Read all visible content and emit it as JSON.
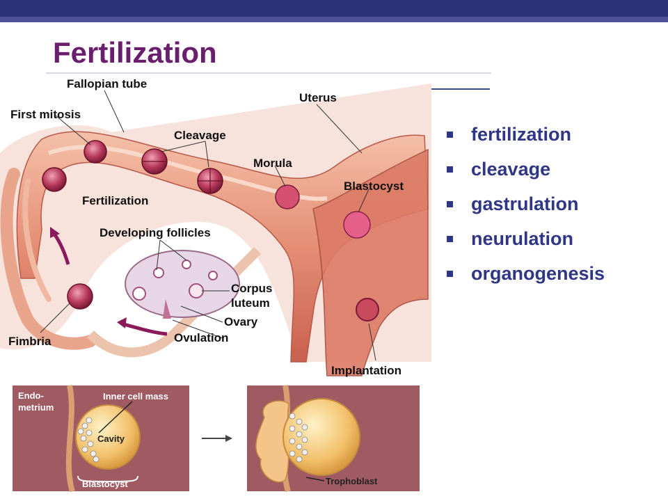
{
  "slide": {
    "title": "Fertilization",
    "bullets": [
      "fertilization",
      "cleavage",
      "gastrulation",
      "neurulation",
      "organogenesis"
    ]
  },
  "figure": {
    "labels": {
      "fallopian_tube": "Fallopian tube",
      "first_mitosis": "First mitosis",
      "cleavage": "Cleavage",
      "uterus": "Uterus",
      "morula": "Morula",
      "blastocyst": "Blastocyst",
      "fertilization": "Fertilization",
      "developing_follicles": "Developing follicles",
      "corpus": "Corpus",
      "luteum": "luteum",
      "ovary": "Ovary",
      "ovulation": "Ovulation",
      "fimbria": "Fimbria",
      "implantation": "Implantation"
    },
    "inset_left": {
      "endo1": "Endo-",
      "endo2": "metrium",
      "inner_cell_mass": "Inner cell mass",
      "cavity": "Cavity",
      "blastocyst": "Blastocyst"
    },
    "inset_right": {
      "trophoblast": "Trophoblast"
    }
  },
  "colors": {
    "title": "#6a1e6e",
    "bullet_text": "#2f3685",
    "top_bar": "#2b3476",
    "tissue": "#e8a58c",
    "inset_bg": "#a05a62"
  }
}
